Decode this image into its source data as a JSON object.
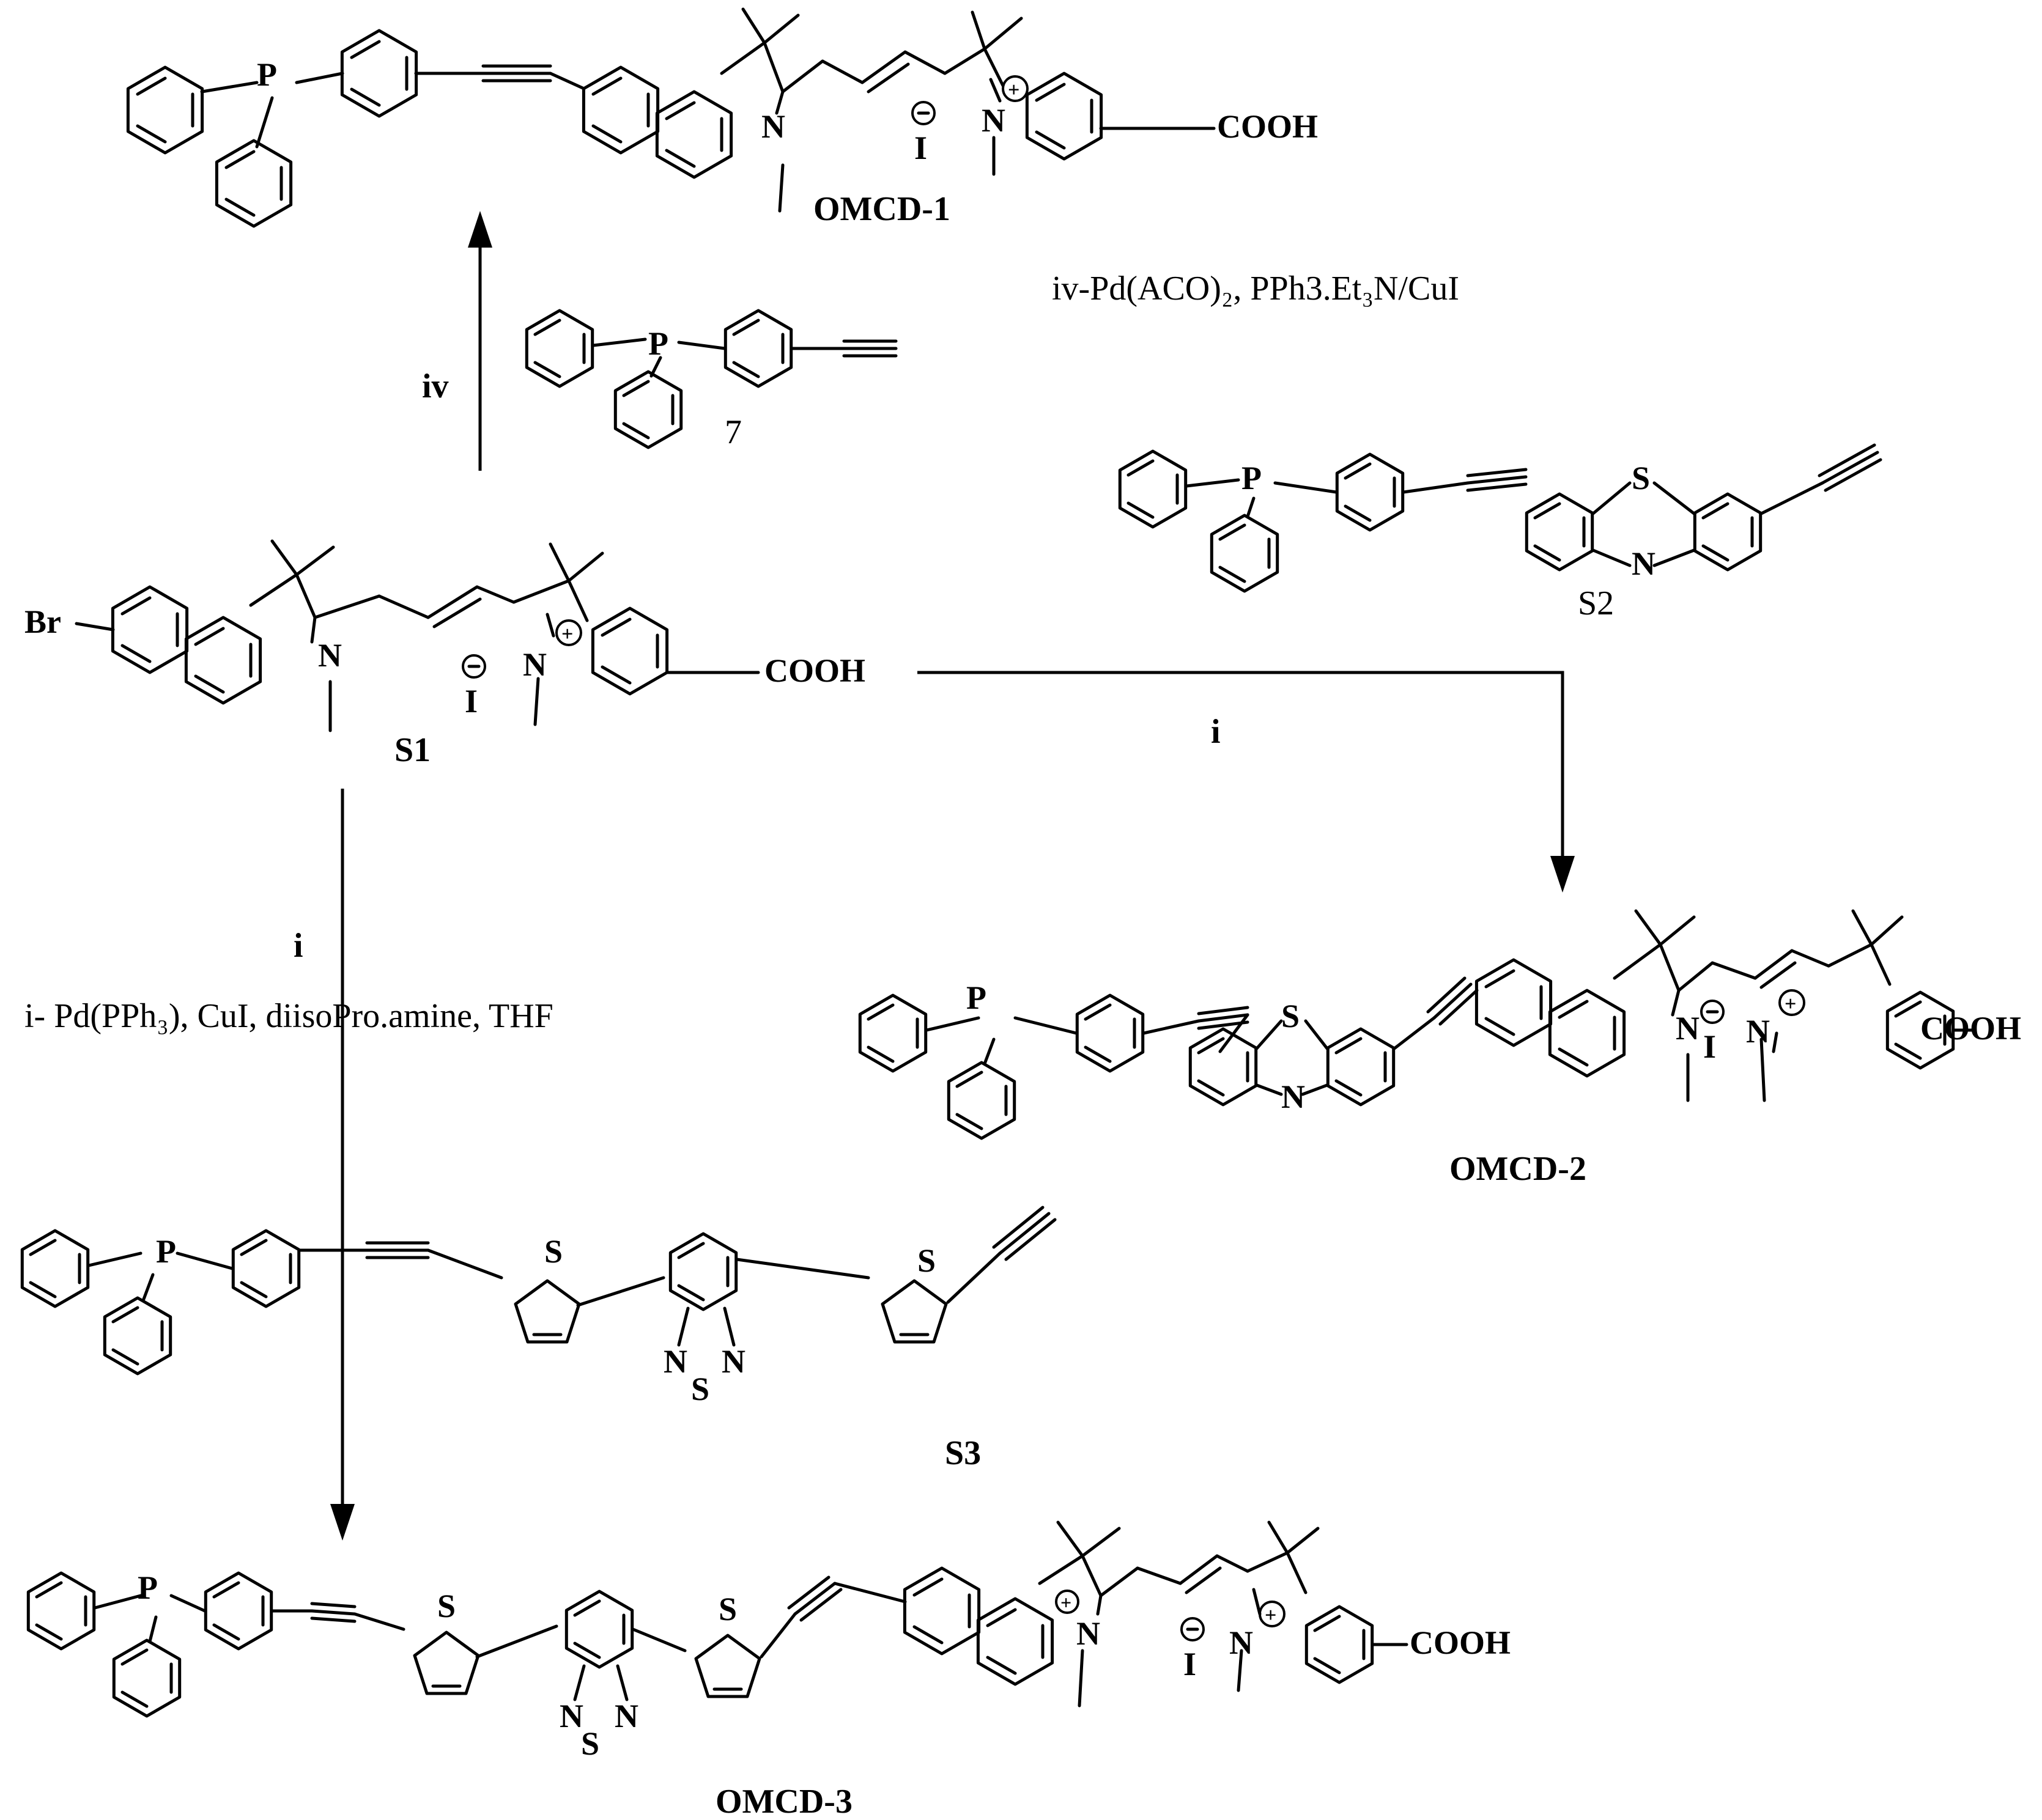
{
  "compounds": {
    "omcd1": "OMCD-1",
    "omcd2": "OMCD-2",
    "omcd3": "OMCD-3",
    "s1": "S1",
    "s2": "S2",
    "s3": "S3",
    "c7": "7"
  },
  "atoms": {
    "p": "P",
    "n": "N",
    "s": "S",
    "br": "Br",
    "i": "I",
    "cooh": "COOH"
  },
  "steps": {
    "iv_label": "iv",
    "i_label_right": "i",
    "i_label_down": "i",
    "iv_conditions": "iv-Pd(ACO)₂, PPh3.Et₃N/CuI",
    "i_conditions": "i- Pd(PPh₃), CuI, diisoPro.amine, THF"
  }
}
